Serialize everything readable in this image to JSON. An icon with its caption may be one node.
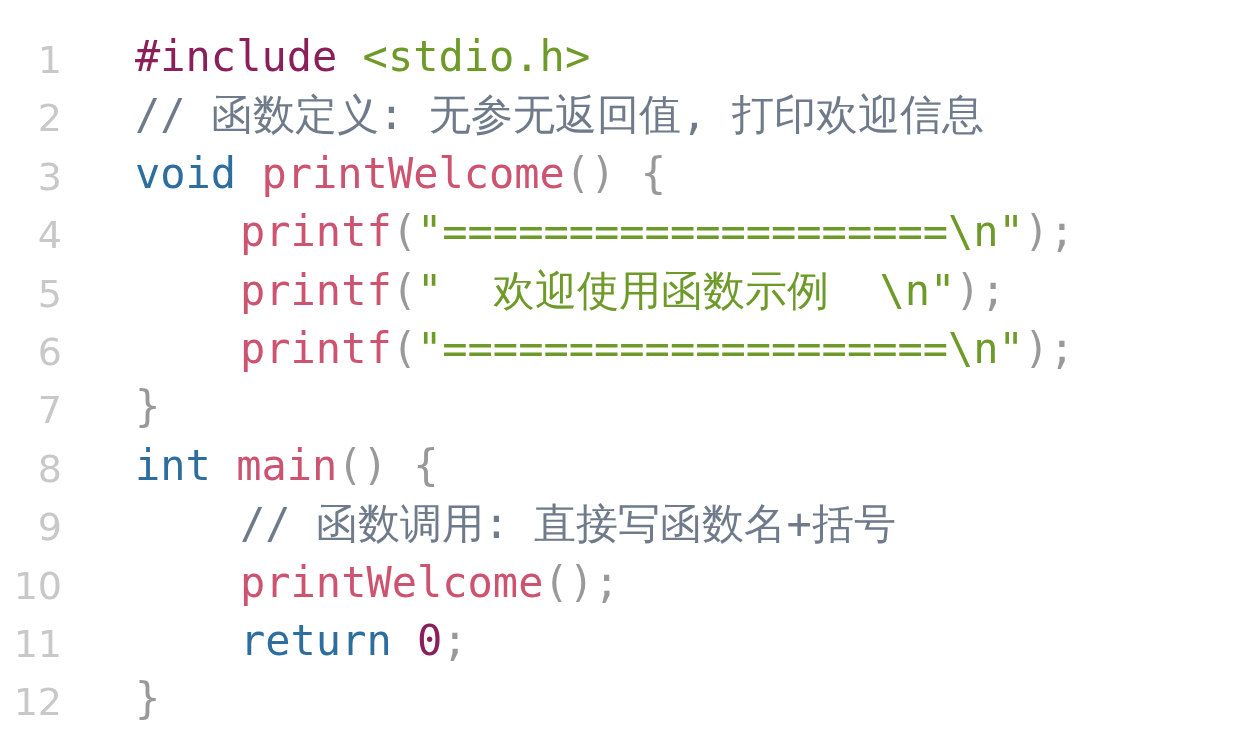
{
  "diagram": {
    "labels": [
      "1",
      "#include <stdio.h>",
      "2",
      "// 函数定义: 无参无返回值, 打印欢迎信息",
      "3",
      "void printWelcome() {",
      "4",
      "printf(\"====================\\n\");",
      "5",
      "printf(\"  欢迎使用函数示例  \\n\");",
      "6",
      "printf(\"====================\\n\");",
      "7",
      "}",
      "8",
      "int main() {",
      "9",
      "// 函数调用: 直接写函数名+括号",
      "10",
      "printWelcome();",
      "11",
      "return 0;",
      "12",
      "}"
    ]
  }
}
